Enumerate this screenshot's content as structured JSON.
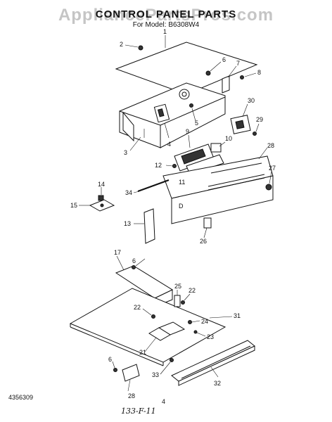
{
  "header": {
    "watermark": "AppliancePartsPros.com",
    "title": "CONTROL PANEL PARTS",
    "subtitle": "For Model: B6308W4"
  },
  "footer": {
    "doc_number": "4356309",
    "page_number": "4",
    "hand_note": "133-F-11"
  },
  "callouts": [
    "1",
    "2",
    "3",
    "4",
    "5",
    "6",
    "7",
    "8",
    "9",
    "10",
    "11",
    "12",
    "13",
    "14",
    "15",
    "17",
    "21",
    "22",
    "23",
    "24",
    "25",
    "26",
    "27",
    "28",
    "29",
    "30",
    "31",
    "32",
    "33",
    "34"
  ]
}
